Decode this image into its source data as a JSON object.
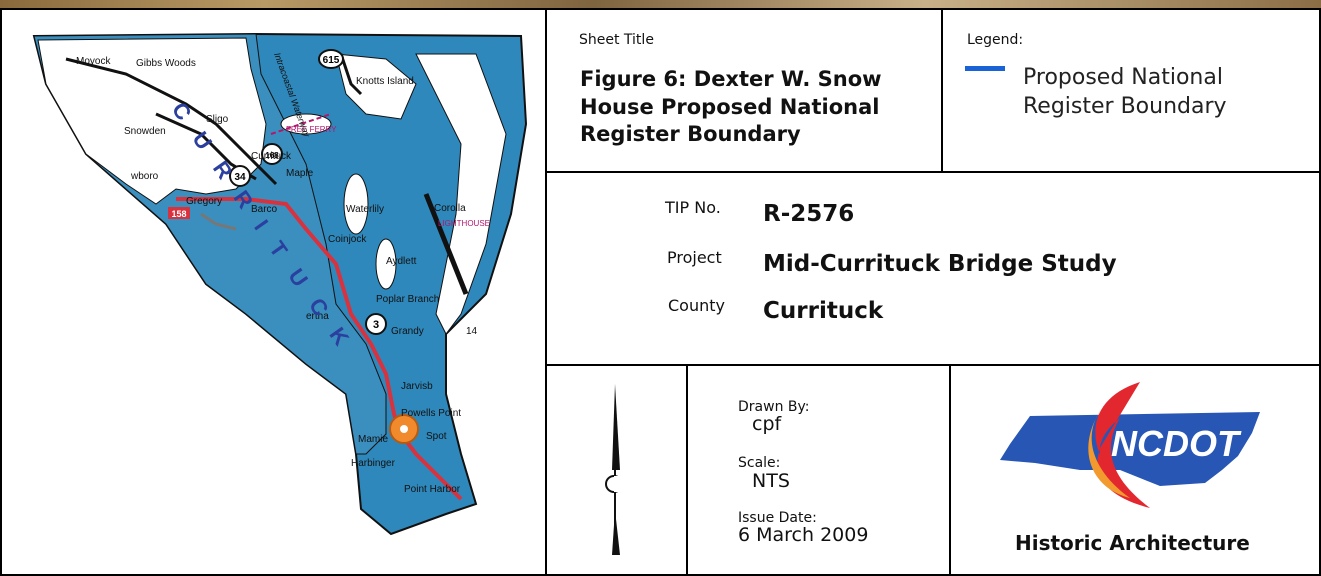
{
  "sheet_title_label": "Sheet Title",
  "sheet_title": "Figure 6: Dexter W. Snow House Proposed National Register Boundary",
  "legend": {
    "label": "Legend:",
    "item": "Proposed National Register Boundary",
    "color": "#1a63d6"
  },
  "project_info": {
    "tip_label": "TIP No.",
    "tip_value": "R-2576",
    "project_label": "Project",
    "project_value": "Mid-Currituck Bridge Study",
    "county_label": "County",
    "county_value": "Currituck"
  },
  "drawing_info": {
    "drawn_by_label": "Drawn By:",
    "drawn_by_value": "cpf",
    "scale_label": "Scale:",
    "scale_value": "NTS",
    "issue_date_label": "Issue Date:",
    "issue_date_value": "6 March 2009"
  },
  "logo": {
    "text": "NCDOT",
    "caption": "Historic Architecture"
  },
  "map_labels": {
    "moyock": "Moyock",
    "gibbs_woods": "Gibbs Woods",
    "knotts_island": "Knotts Island",
    "sligo": "Sligo",
    "snowden": "Snowden",
    "currituck": "Currituck",
    "maple": "Maple",
    "shawboro": "wboro",
    "gregory": "Gregory",
    "barco": "Barco",
    "waterlily": "Waterlily",
    "corolla": "Corolla",
    "lighthouse": "LIGHTHOUSE",
    "coinjock": "Coinjock",
    "aydlett": "Aydlett",
    "poplar_branch": "Poplar Branch",
    "bertha": "ertha",
    "grandy": "Grandy",
    "jarvisburg": "Jarvisb",
    "powells_point": "Powells Point",
    "mamie": "Mamie",
    "spot": "Spot",
    "harbinger": "Harbinger",
    "point_harbor": "Point Harbor",
    "free_ferry": "FREE FERRY",
    "intracoastal": "Intracoastal Waterway",
    "county_letters": "CURRITUCK",
    "route_615": "615",
    "route_34": "34",
    "route_168": "168",
    "route_3": "3",
    "route_158": "158",
    "num_14": "14"
  },
  "colors": {
    "water": "#2e86b8",
    "land": "#3a8fbf",
    "road_red": "#d8323f",
    "marker": "#f08a2c"
  }
}
